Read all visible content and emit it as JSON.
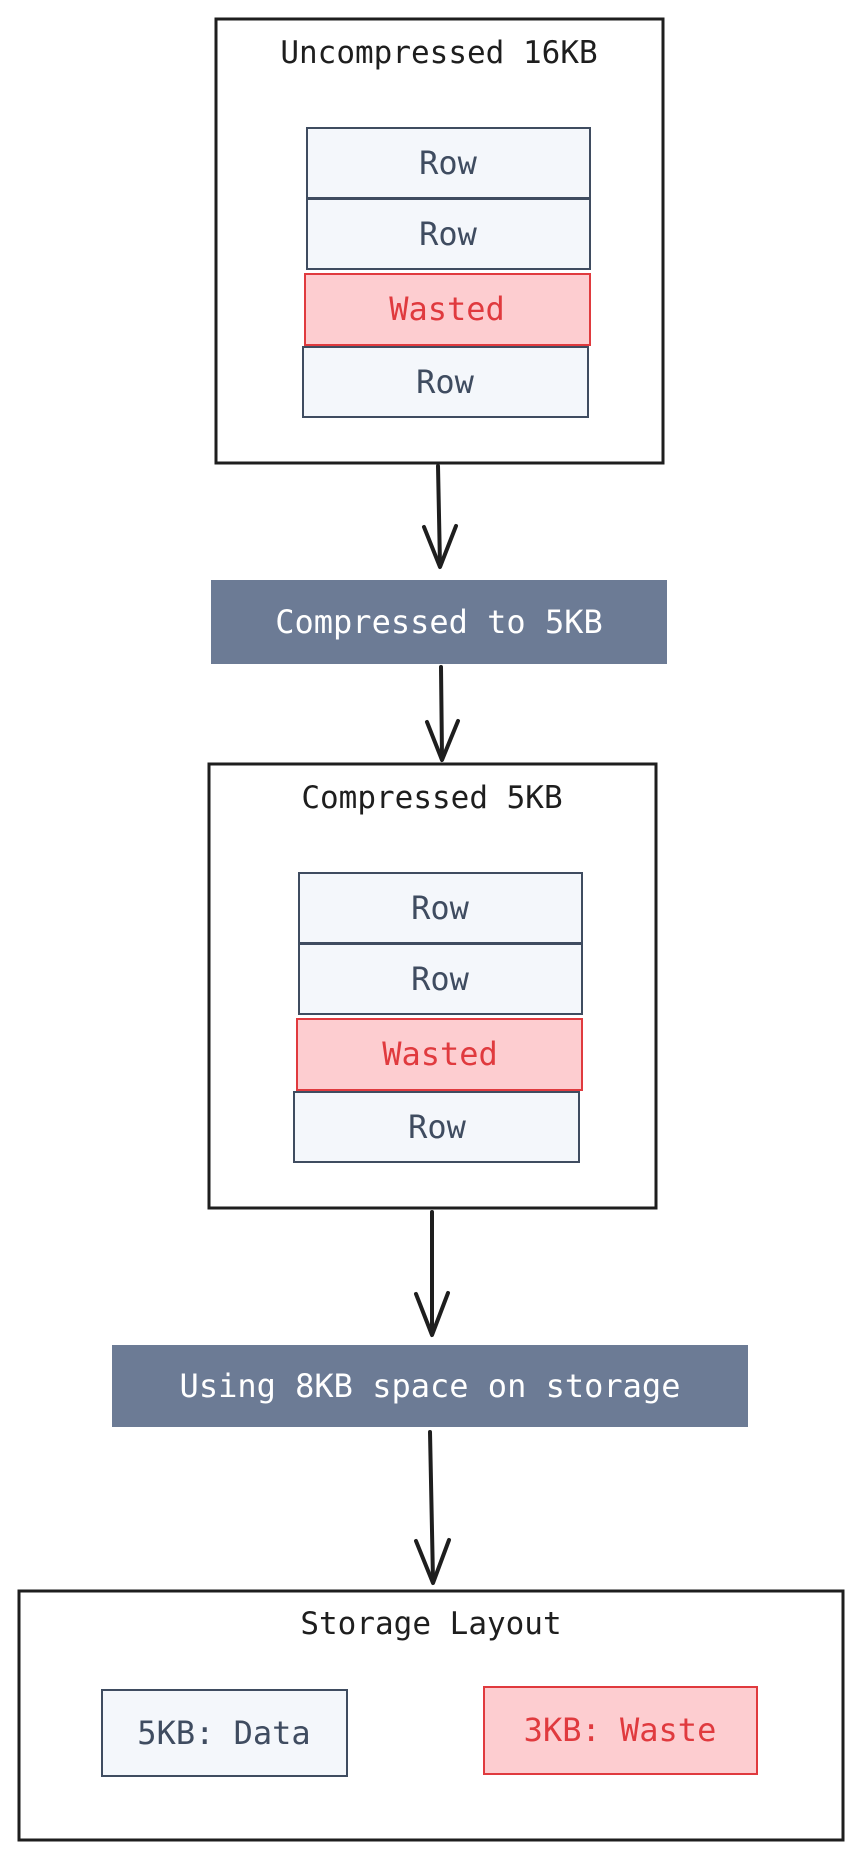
{
  "uncompressed_block": {
    "title": "Uncompressed 16KB",
    "rows": [
      {
        "label": "Row",
        "kind": "row"
      },
      {
        "label": "Row",
        "kind": "row"
      },
      {
        "label": "Wasted",
        "kind": "wasted"
      },
      {
        "label": "Row",
        "kind": "row"
      }
    ]
  },
  "step_compress": {
    "label": "Compressed to 5KB"
  },
  "compressed_block": {
    "title": "Compressed 5KB",
    "rows": [
      {
        "label": "Row",
        "kind": "row"
      },
      {
        "label": "Row",
        "kind": "row"
      },
      {
        "label": "Wasted",
        "kind": "wasted"
      },
      {
        "label": "Row",
        "kind": "row"
      }
    ]
  },
  "step_storage": {
    "label": "Using 8KB space on storage"
  },
  "storage_layout": {
    "title": "Storage Layout",
    "data_label": "5KB: Data",
    "waste_label": "3KB: Waste"
  },
  "colors": {
    "frame_stroke": "#1e1e1e",
    "row_fill": "#f4f7fb",
    "row_text": "#3f4c60",
    "waste_fill": "#fdcdd0",
    "waste_text": "#e03a3e",
    "banner_fill": "#6c7b95",
    "banner_text": "#ffffff"
  }
}
